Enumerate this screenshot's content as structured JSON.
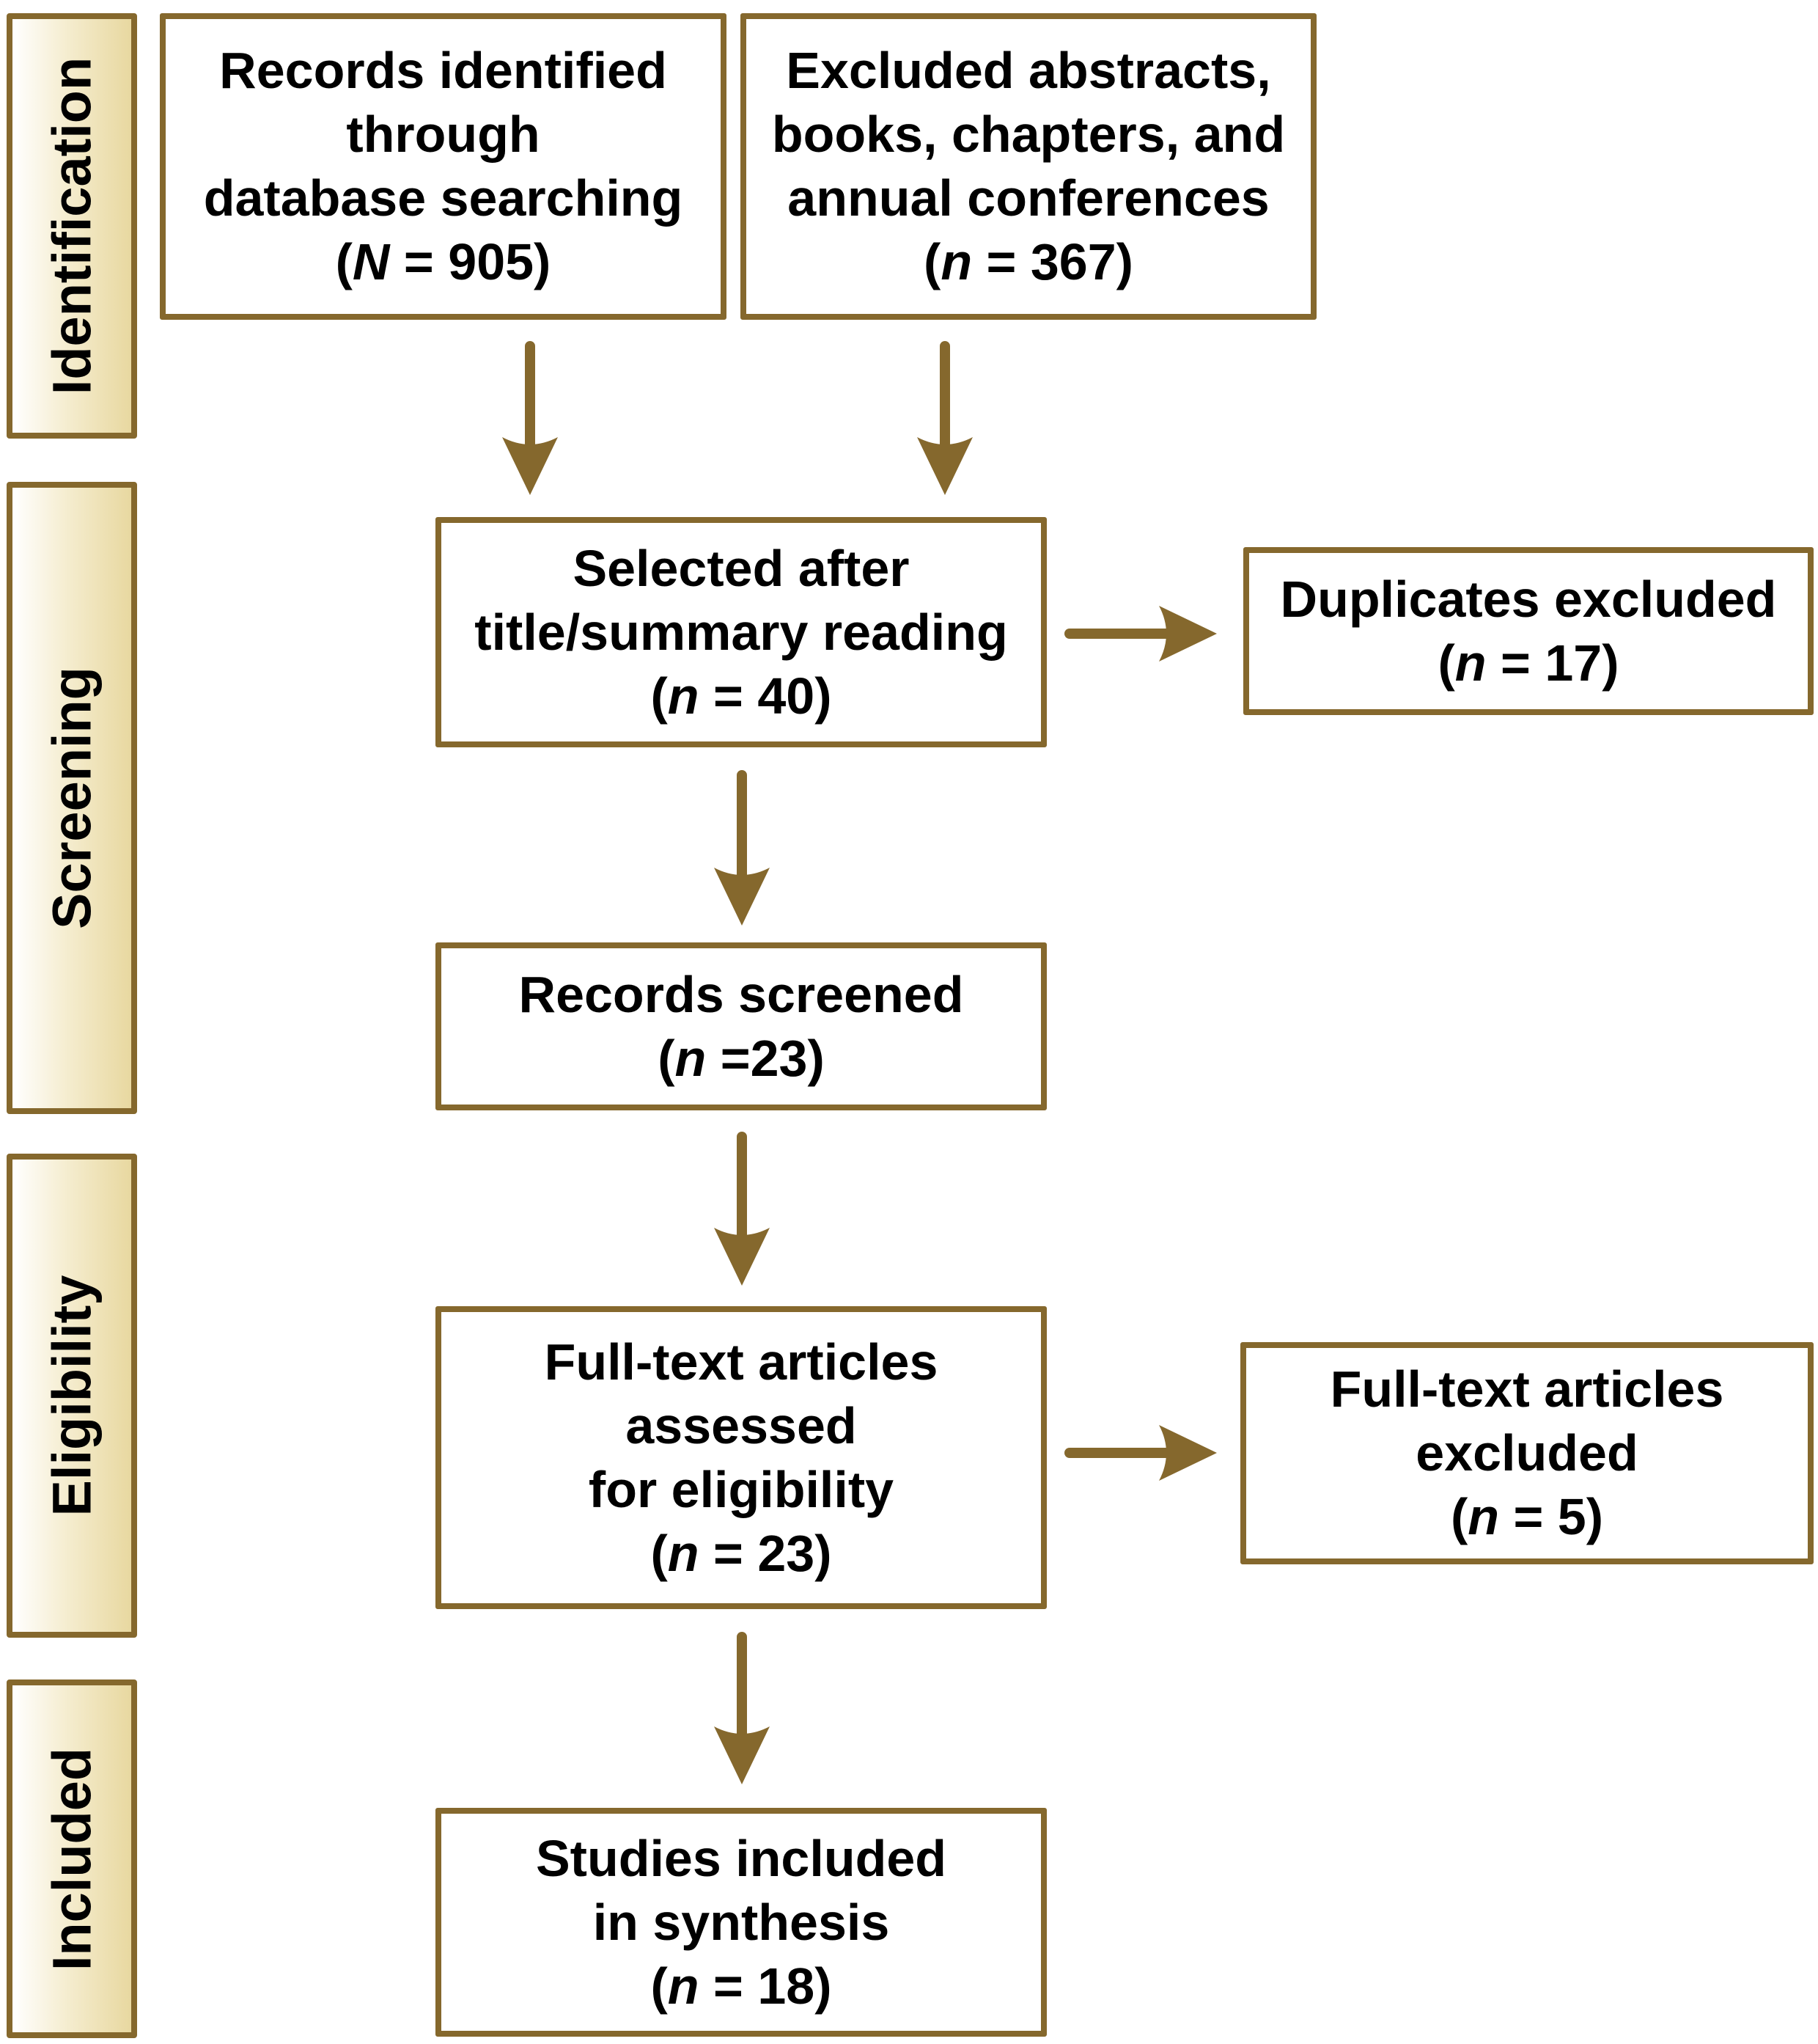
{
  "colors": {
    "border": "#85682d",
    "arrow": "#85682d",
    "stage_gradient_start": "#ffffff",
    "stage_gradient_end": "#e8d8a0",
    "text": "#000000"
  },
  "stages": [
    {
      "label": "Identification"
    },
    {
      "label": "Screening"
    },
    {
      "label": "Eligibility"
    },
    {
      "label": "Included"
    }
  ],
  "boxes": {
    "records_identified": {
      "lines": [
        "Records identified",
        "through",
        "database searching"
      ],
      "count_prefix": "(",
      "count_var": "N",
      "count_rest": " = 905)"
    },
    "excluded_abstracts": {
      "lines": [
        "Excluded abstracts,",
        "books, chapters, and",
        "annual conferences"
      ],
      "count_prefix": "(",
      "count_var": "n",
      "count_rest": " = 367)"
    },
    "selected_after_reading": {
      "lines": [
        "Selected after",
        "title/summary reading"
      ],
      "count_prefix": "(",
      "count_var": "n",
      "count_rest": " = 40)"
    },
    "duplicates_excluded": {
      "lines": [
        "Duplicates excluded"
      ],
      "count_prefix": "(",
      "count_var": "n",
      "count_rest": " = 17)"
    },
    "records_screened": {
      "lines": [
        "Records screened"
      ],
      "count_prefix": "(",
      "count_var": "n",
      "count_rest": " =23)"
    },
    "fulltext_assessed": {
      "lines": [
        "Full-text articles",
        "assessed",
        "for eligibility"
      ],
      "count_prefix": "(",
      "count_var": "n",
      "count_rest": " = 23)"
    },
    "fulltext_excluded": {
      "lines": [
        "Full-text articles",
        "excluded"
      ],
      "count_prefix": "(",
      "count_var": "n",
      "count_rest": " = 5)"
    },
    "studies_included": {
      "lines": [
        "Studies included",
        "in synthesis"
      ],
      "count_prefix": "(",
      "count_var": "n",
      "count_rest": " = 18)"
    }
  },
  "flow": [
    {
      "from": "records_identified",
      "to": "selected_after_reading"
    },
    {
      "from": "excluded_abstracts",
      "to": "selected_after_reading"
    },
    {
      "from": "selected_after_reading",
      "to": "duplicates_excluded"
    },
    {
      "from": "selected_after_reading",
      "to": "records_screened"
    },
    {
      "from": "records_screened",
      "to": "fulltext_assessed"
    },
    {
      "from": "fulltext_assessed",
      "to": "fulltext_excluded"
    },
    {
      "from": "fulltext_assessed",
      "to": "studies_included"
    }
  ]
}
